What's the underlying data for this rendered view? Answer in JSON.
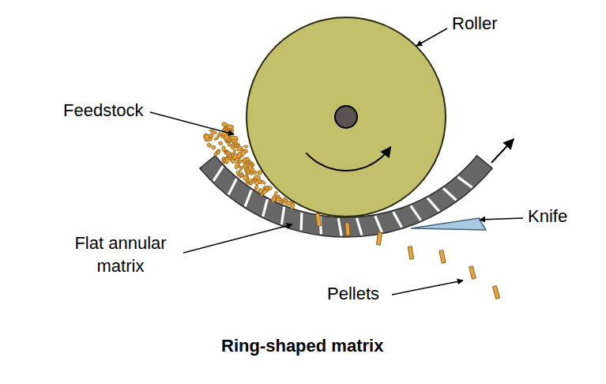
{
  "diagram": {
    "caption": "Ring-shaped matrix",
    "labels": [
      "Roller",
      "Feedstock",
      "Flat annular matrix",
      "Knife",
      "Pellets"
    ]
  }
}
